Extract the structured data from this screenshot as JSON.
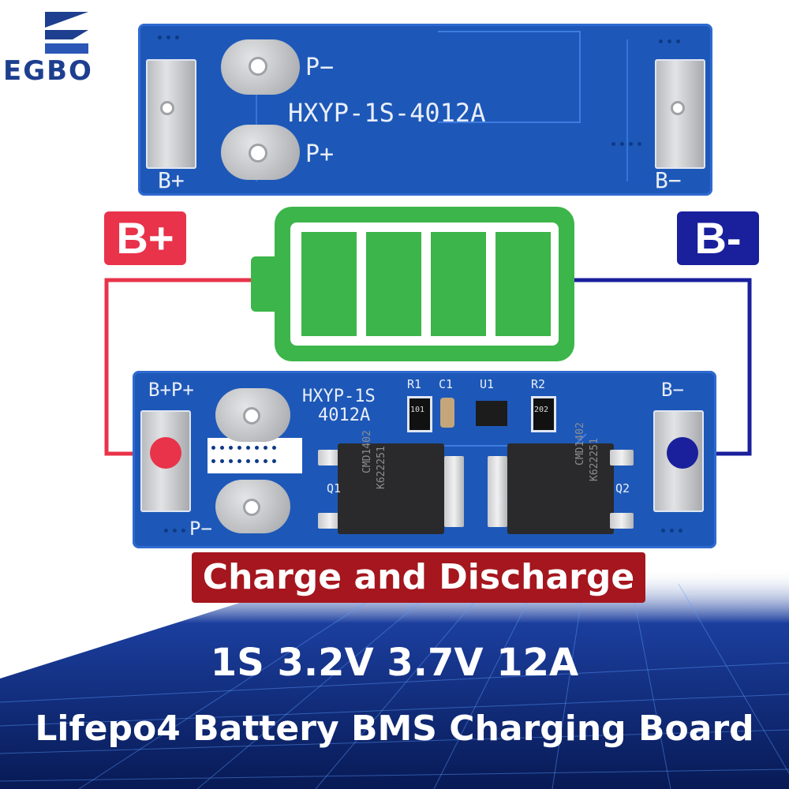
{
  "brand": {
    "logo_text": "EGBO"
  },
  "top_board": {
    "model_label": "HXYP-1S-4012A",
    "p_minus": "P−",
    "p_plus": "P+",
    "b_plus": "B+",
    "b_minus": "B−"
  },
  "diagram": {
    "b_plus_tag": "B+",
    "b_minus_tag": "B-",
    "battery_cells": 4,
    "colors": {
      "positive": "#e8334a",
      "negative": "#1a1f9c",
      "battery": "#3cb54a",
      "caption_bg": "#a5161e"
    }
  },
  "bottom_board": {
    "label_bp_pp": "B+P+",
    "model_line1": "HXYP-1S",
    "model_line2": "4012A",
    "p_minus": "P−",
    "b_minus": "B−",
    "r1": "R1",
    "c1": "C1",
    "u1": "U1",
    "r2": "R2",
    "r1_value": "101",
    "r2_value": "202",
    "q1": "Q1",
    "q2": "Q2",
    "q1_code1": "CMD1402",
    "q1_code2": "K622251",
    "q2_code1": "CMD1402",
    "q2_code2": "K622251"
  },
  "caption": "Charge and Discharge",
  "headline": "1S 3.2V 3.7V 12A",
  "subheadline": "Lifepo4 Battery BMS Charging Board"
}
